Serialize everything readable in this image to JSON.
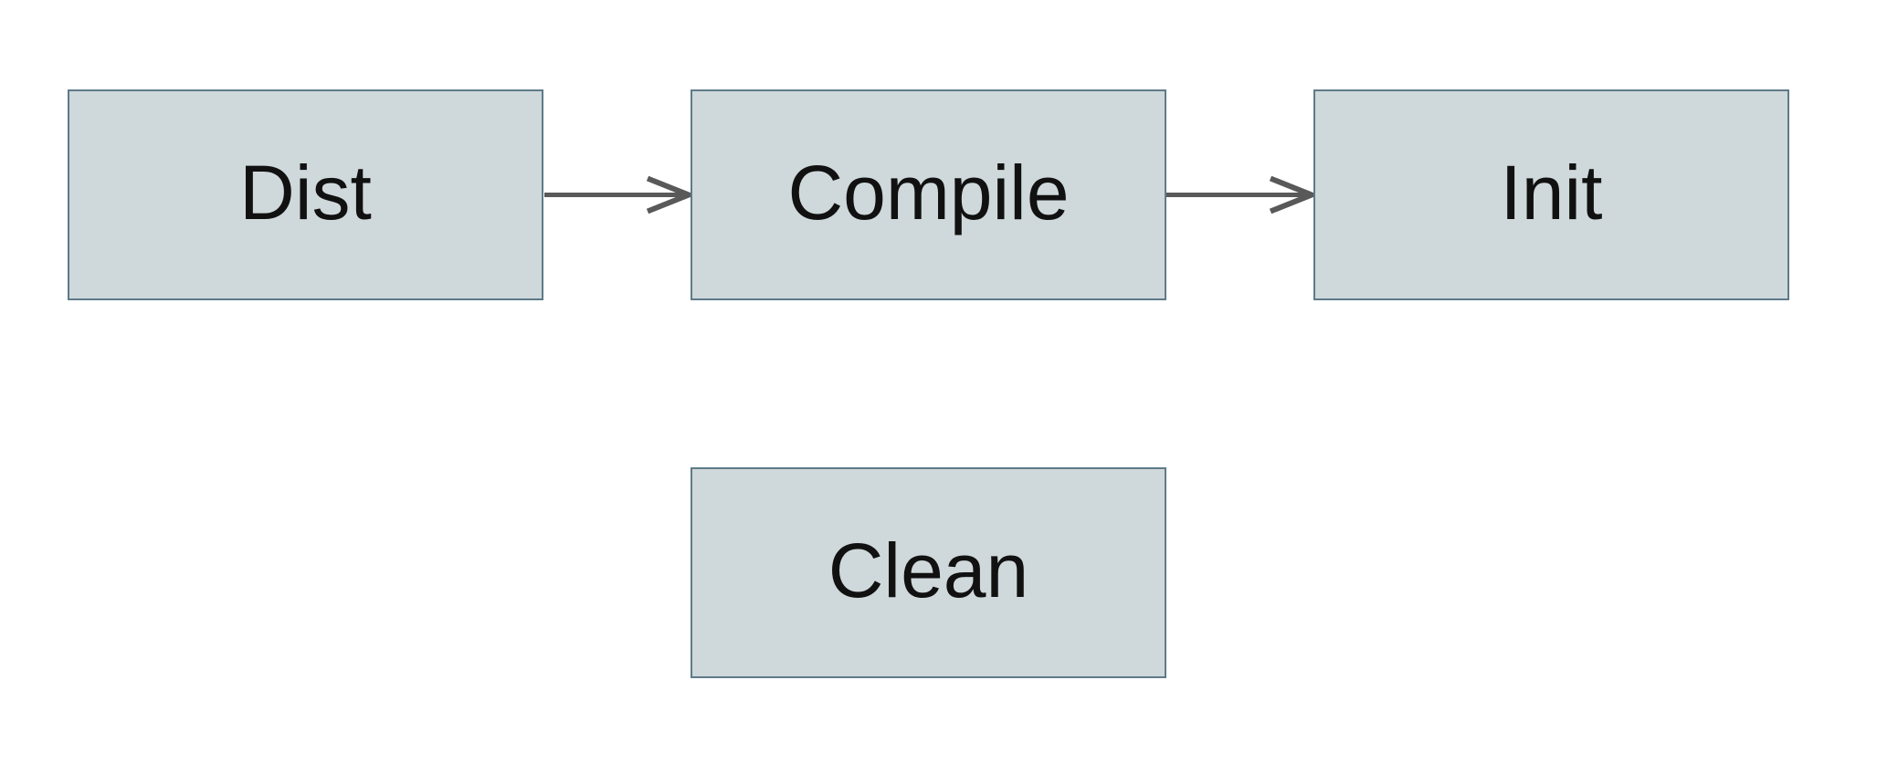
{
  "diagram": {
    "type": "flowchart",
    "nodes": [
      {
        "id": "dist",
        "label": "Dist"
      },
      {
        "id": "compile",
        "label": "Compile"
      },
      {
        "id": "init",
        "label": "Init"
      },
      {
        "id": "clean",
        "label": "Clean"
      }
    ],
    "edges": [
      {
        "from": "dist",
        "to": "compile"
      },
      {
        "from": "compile",
        "to": "init"
      }
    ],
    "colors": {
      "background": "#ffffff",
      "node_fill": "#cfd8da",
      "node_border": "#5e7a89",
      "arrow": "#595959",
      "label_text": "#111111"
    }
  }
}
